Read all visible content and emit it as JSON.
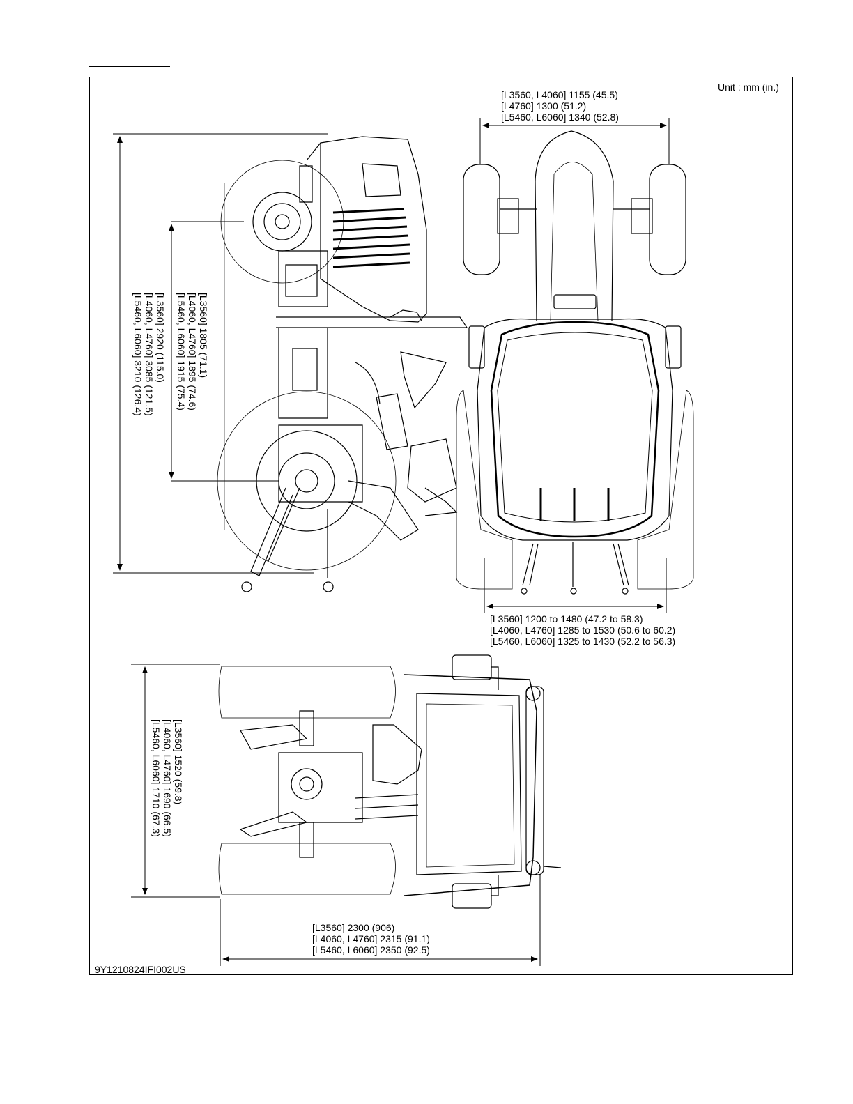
{
  "unit_label": "Unit : mm (in.)",
  "figure_code": "9Y1210824IFI002US",
  "dimensions": {
    "front_tread": [
      "[L3560, L4060] 1155 (45.5)",
      "[L4760] 1300 (51.2)",
      "[L5460, L6060] 1340 (52.8)"
    ],
    "rear_tread": [
      "[L3560] 1200 to 1480 (47.2 to 58.3)",
      "[L4060, L4760] 1285 to 1530 (50.6 to 60.2)",
      "[L5460, L6060] 1325 to 1430 (52.2 to 56.3)"
    ],
    "overall_length": [
      "[L3560] 2920 (115.0)",
      "[L4060, L4760] 3085 (121.5)",
      "[L5460, L6060] 3210 (126.4)"
    ],
    "wheelbase": [
      "[L3560] 1805 (71.1)",
      "[L4060, L4760] 1895 (74.6)",
      "[L5460, L6060] 1915 (75.4)"
    ],
    "overall_width": [
      "[L3560] 1520 (59.8)",
      "[L4060, L4760] 1690 (66.5)",
      "[L5460, L6060] 1710 (67.3)"
    ],
    "overall_height": [
      "[L3560] 2300 (906)",
      "[L4060, L4760] 2315 (91.1)",
      "[L5460, L6060] 2350 (92.5)"
    ]
  }
}
